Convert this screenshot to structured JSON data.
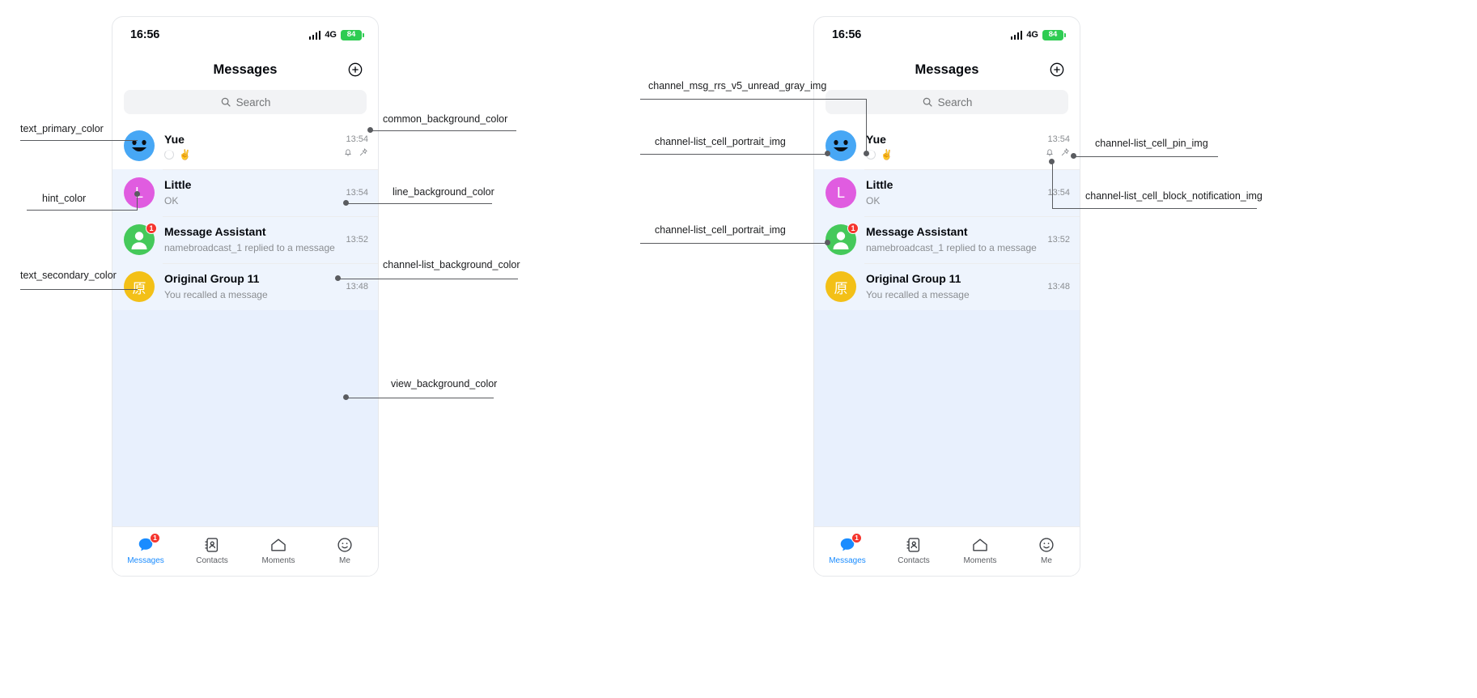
{
  "status_bar": {
    "time": "16:56",
    "network": "4G",
    "battery": "84",
    "signal_icon": "signal-bars-icon",
    "battery_icon": "battery-icon"
  },
  "nav": {
    "title": "Messages",
    "add_icon": "plus-circle-icon"
  },
  "search": {
    "placeholder": "Search",
    "icon": "search-icon"
  },
  "chats": [
    {
      "name": "Yue",
      "preview": "",
      "time": "13:54",
      "avatar_kind": "av-blue",
      "avatar_text": "",
      "avatar_icon": "smiley-face-avatar-icon",
      "badge": "",
      "tinted": false,
      "has_status_icons": true,
      "status_spinner_icon": "sending-spinner-icon",
      "status_emoji": "✌️",
      "meta_icons": [
        "mute-bell-icon",
        "pin-icon"
      ]
    },
    {
      "name": "Little",
      "preview": "OK",
      "time": "13:54",
      "avatar_kind": "av-purple",
      "avatar_text": "L",
      "avatar_icon": "letter-avatar-icon",
      "badge": "",
      "tinted": true,
      "has_status_icons": false,
      "meta_icons": []
    },
    {
      "name": "Message Assistant",
      "preview": "namebroadcast_1 replied to a message",
      "time": "13:52",
      "avatar_kind": "av-green",
      "avatar_text": "",
      "avatar_icon": "person-silhouette-avatar-icon",
      "badge": "1",
      "tinted": true,
      "has_status_icons": false,
      "meta_icons": []
    },
    {
      "name": "Original Group 11",
      "preview": "You recalled a message",
      "time": "13:48",
      "avatar_kind": "av-yellow",
      "avatar_text": "原",
      "avatar_icon": "cjk-letter-avatar-icon",
      "badge": "",
      "tinted": true,
      "has_status_icons": false,
      "meta_icons": []
    }
  ],
  "tabs": [
    {
      "label": "Messages",
      "icon": "chat-bubble-icon",
      "badge": "1",
      "active": true
    },
    {
      "label": "Contacts",
      "icon": "contacts-book-icon",
      "badge": "",
      "active": false
    },
    {
      "label": "Moments",
      "icon": "home-house-icon",
      "badge": "",
      "active": false
    },
    {
      "label": "Me",
      "icon": "smiley-face-icon",
      "badge": "",
      "active": false
    }
  ],
  "annotations_left": [
    {
      "text": "text_primary_color"
    },
    {
      "text": "hint_color"
    },
    {
      "text": "text_secondary_color"
    },
    {
      "text": "common_background_color"
    },
    {
      "text": "line_background_color"
    },
    {
      "text": "channel-list_background_color"
    },
    {
      "text": "view_background_color"
    }
  ],
  "annotations_right": [
    {
      "text": "channel_msg_rrs_v5_unread_gray_img"
    },
    {
      "text": "channel-list_cell_portrait_img"
    },
    {
      "text": "channel-list_cell_portrait_img"
    },
    {
      "text": "channel-list_cell_pin_img"
    },
    {
      "text": "channel-list_cell_block_notification_img"
    }
  ],
  "colors": {
    "accent": "#1a8cff",
    "badge_red": "#f5352e",
    "tint_row": "#eef4fd",
    "view_background": "#e8f0fd",
    "search_background": "#f2f3f5",
    "battery_green": "#2ecc52"
  }
}
